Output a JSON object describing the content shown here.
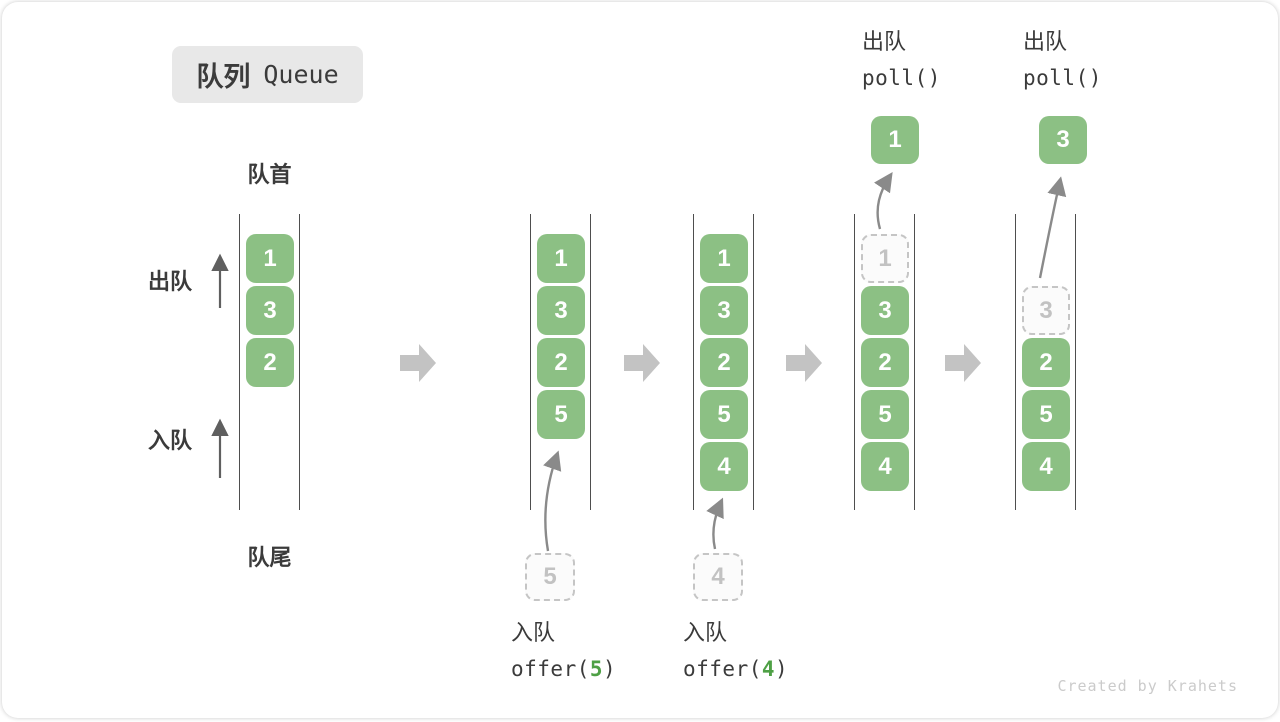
{
  "title": {
    "zh": "队列",
    "en": "Queue"
  },
  "labels": {
    "front": "队首",
    "rear": "队尾",
    "dequeue": "出队",
    "enqueue": "入队"
  },
  "colors": {
    "box_green": "#8CC084",
    "code_green": "#4EA045",
    "wall": "#4E4E4E",
    "flow_arrow": "#8A8A8A",
    "block_arrow": "#C3C3C3",
    "dashed": "#C5C5C5"
  },
  "queues": [
    {
      "name": "initial",
      "cells": [
        {
          "v": "1"
        },
        {
          "v": "3"
        },
        {
          "v": "2"
        }
      ]
    },
    {
      "name": "after-offer-5",
      "cells": [
        {
          "v": "1"
        },
        {
          "v": "3"
        },
        {
          "v": "2"
        },
        {
          "v": "5"
        }
      ]
    },
    {
      "name": "after-offer-4",
      "cells": [
        {
          "v": "1"
        },
        {
          "v": "3"
        },
        {
          "v": "2"
        },
        {
          "v": "5"
        },
        {
          "v": "4"
        }
      ]
    },
    {
      "name": "after-poll-1",
      "cells": [
        {
          "v": "1",
          "removed": true
        },
        {
          "v": "3"
        },
        {
          "v": "2"
        },
        {
          "v": "5"
        },
        {
          "v": "4"
        }
      ]
    },
    {
      "name": "after-poll-3",
      "cells": [
        {
          "v": "3",
          "removed": true
        },
        {
          "v": "2"
        },
        {
          "v": "5"
        },
        {
          "v": "4"
        }
      ]
    }
  ],
  "operations": {
    "enqueue5": {
      "label": "入队",
      "code_pre": "offer(",
      "arg": "5",
      "code_post": ")",
      "pending_value": "5"
    },
    "enqueue4": {
      "label": "入队",
      "code_pre": "offer(",
      "arg": "4",
      "code_post": ")",
      "pending_value": "4"
    },
    "poll1": {
      "label": "出队",
      "code": "poll()",
      "removed_value": "1"
    },
    "poll3": {
      "label": "出队",
      "code": "poll()",
      "removed_value": "3"
    }
  },
  "watermark": "Created by Krahets"
}
